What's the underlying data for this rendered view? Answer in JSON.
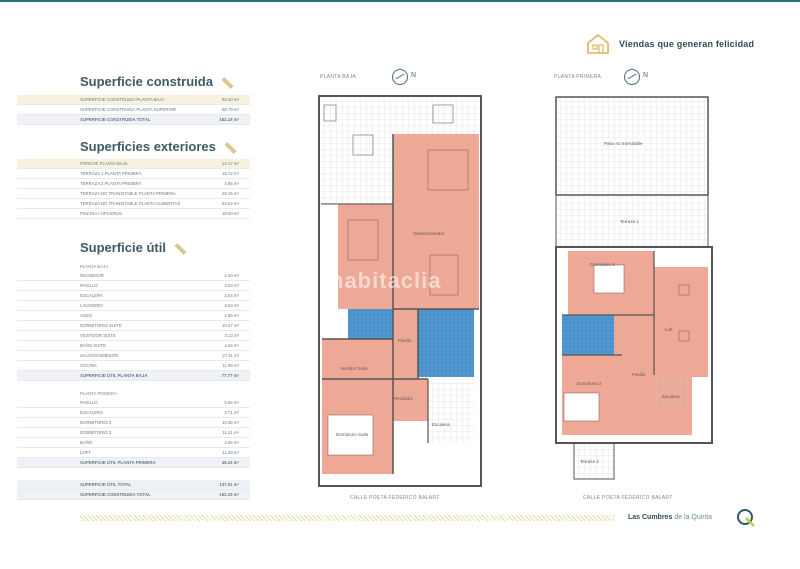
{
  "brand": {
    "tagline": "Viendas que generan felicidad",
    "icon": "house-icon"
  },
  "sections": {
    "construida": {
      "title": "Superficie construida",
      "rows": [
        {
          "label": "SUPERFICIE CONSTRUIDA PLANTA BAJA",
          "value": "93.40 m²"
        },
        {
          "label": "SUPERFICIE CONSTRUIDA PLANTA SUPERIOR",
          "value": "58.79 m²"
        },
        {
          "label": "SUPERFICIE CONSTRUIDA TOTAL",
          "value": "152.19 m²"
        }
      ]
    },
    "exteriores": {
      "title": "Superficies exteriores",
      "rows": [
        {
          "label": "PORCHE PLANTA BAJA",
          "value": "14.17 m²"
        },
        {
          "label": "TERRAZA 1 PLANTA PRIMERA",
          "value": "15.72 m²"
        },
        {
          "label": "TERRAZA 2 PLANTA PRIMERA",
          "value": "4.86 m²"
        },
        {
          "label": "TERRAZA NO TRANSITABLE PLANTA PRIMERA",
          "value": "29.25 m²"
        },
        {
          "label": "TERRAZA NO TRANSITABLE PLANTA CUBIERTAS",
          "value": "53.62 m²"
        },
        {
          "label": "PISCINA / OPCIONAL",
          "value": "18.00 m²"
        }
      ]
    },
    "util": {
      "title": "Superficie útil",
      "baja_header": "PLANTA BAJA",
      "baja_rows": [
        {
          "label": "RECIBIDOR",
          "value": "2.40 m²"
        },
        {
          "label": "PASILLO",
          "value": "3.63 m²"
        },
        {
          "label": "ESCALERA",
          "value": "3.54 m²"
        },
        {
          "label": "LAVADERO",
          "value": "3.63 m²"
        },
        {
          "label": "ASEO",
          "value": "2.96 m²"
        },
        {
          "label": "DORMITORIO SUITE",
          "value": "10.47 m²"
        },
        {
          "label": "VESTIDOR SUITE",
          "value": "3.13 m²"
        },
        {
          "label": "BAÑO SUITE",
          "value": "4.64 m²"
        },
        {
          "label": "SALÓN/COMEDOR",
          "value": "27.11 m²"
        },
        {
          "label": "COCINA",
          "value": "11.98 m²"
        }
      ],
      "baja_total": {
        "label": "SUPERFICIE ÚTIL PLANTA BAJA",
        "value": "77.77 m²"
      },
      "primera_header": "PLANTA PRIMERA",
      "primera_rows": [
        {
          "label": "PASILLO",
          "value": "5.66 m²"
        },
        {
          "label": "ESCALERA",
          "value": "3.71 m²"
        },
        {
          "label": "DORMITORIO 2",
          "value": "10.36 m²"
        },
        {
          "label": "DORMITORIO 3",
          "value": "11.31 m²"
        },
        {
          "label": "BAÑO",
          "value": "4.66 m²"
        },
        {
          "label": "LOFT",
          "value": "11.28 m²"
        }
      ],
      "primera_total": {
        "label": "SUPERFICIE ÚTIL PLANTA PRIMERA",
        "value": "46.24 m²"
      },
      "grand": [
        {
          "label": "SUPERFICIE ÚTIL TOTAL",
          "value": "137.01 m²"
        },
        {
          "label": "SUPERFICIE CONSTRUIDA TOTAL",
          "value": "152.19 m²"
        }
      ]
    }
  },
  "plans": {
    "baja": {
      "title": "PLANTA BAJA",
      "north": "N",
      "street": "CALLE POETA FEDERICO BALART",
      "rooms": {
        "salon": "Salón/Comedor",
        "pasillo": "Pasillo",
        "vestidor": "Vestidor Suite",
        "recibidor": "Recibidor",
        "dormitorio": "Dormitorio Suite",
        "escalera": "Escalera"
      }
    },
    "primera": {
      "title": "PLANTA PRIMERA",
      "north": "N",
      "street": "CALLE POETA FEDERICO BALART",
      "rooms": {
        "patio": "Patio no transitable",
        "terraza": "Terraza 1",
        "dorm3": "Dormitorio 3",
        "loft": "Loft",
        "pasillo": "Pasillo",
        "dorm2": "Dormitorio 2",
        "escalera": "Escalera",
        "terraza2": "Terraza 2"
      }
    }
  },
  "watermark": "habitaclia",
  "footer": {
    "name_bold": "Las Cumbres",
    "name_thin": "de la Quinta",
    "logo": "quinta-q-logo-icon"
  },
  "colors": {
    "accent": "#d8c88a",
    "room": "#eaa598",
    "bath": "#3a8fc9",
    "heading": "#3e5b66"
  }
}
